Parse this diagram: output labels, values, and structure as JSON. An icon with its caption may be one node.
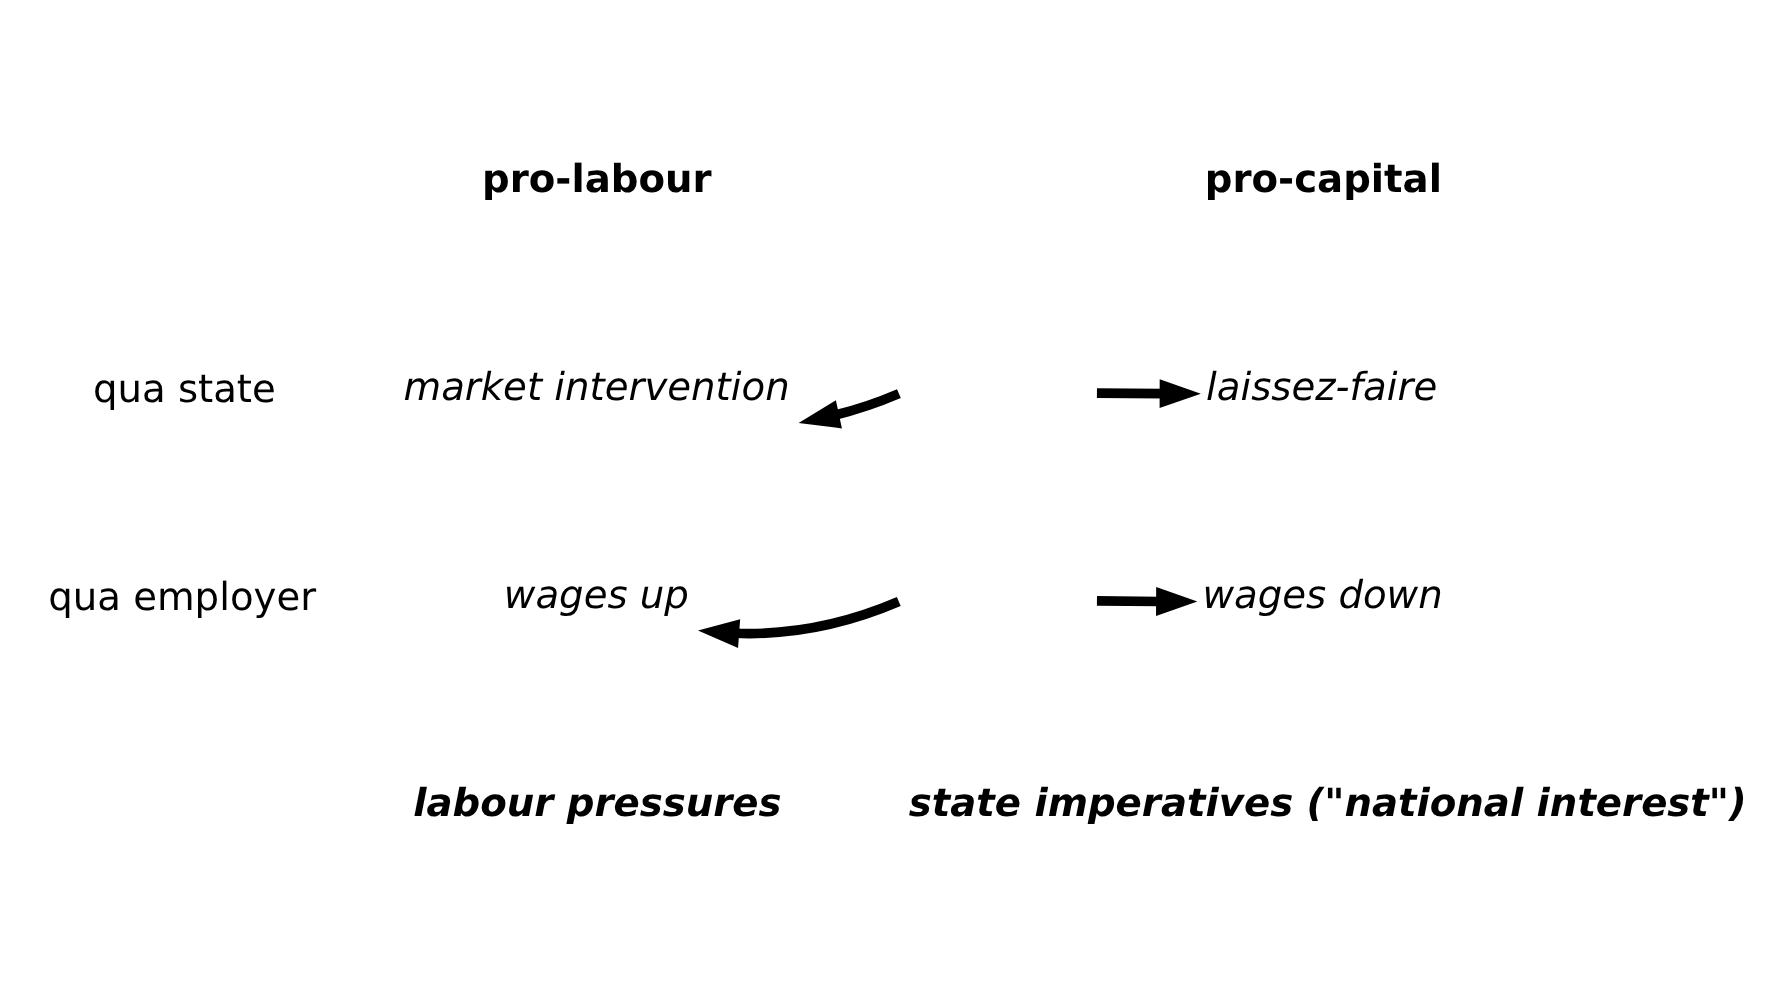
{
  "diagram": {
    "nodes": [
      {
        "text": [
          "market intervention"
        ]
      },
      {
        "text": [
          "laissez-faire"
        ]
      },
      {
        "text": [
          "wages up"
        ]
      },
      {
        "text": [
          "wages down"
        ]
      }
    ],
    "edges": [
      {
        "from": null,
        "to": 0,
        "arrow": "to"
      },
      {
        "from": null,
        "to": 1,
        "arrow": "to"
      },
      {
        "from": null,
        "to": 2,
        "arrow": "to"
      },
      {
        "from": null,
        "to": 3,
        "arrow": "to"
      }
    ],
    "labels": [
      "pro-labour",
      "pro-capital",
      "qua state",
      "qua employer",
      "labour pressures",
      "state imperatives (\"national interest\")"
    ]
  }
}
